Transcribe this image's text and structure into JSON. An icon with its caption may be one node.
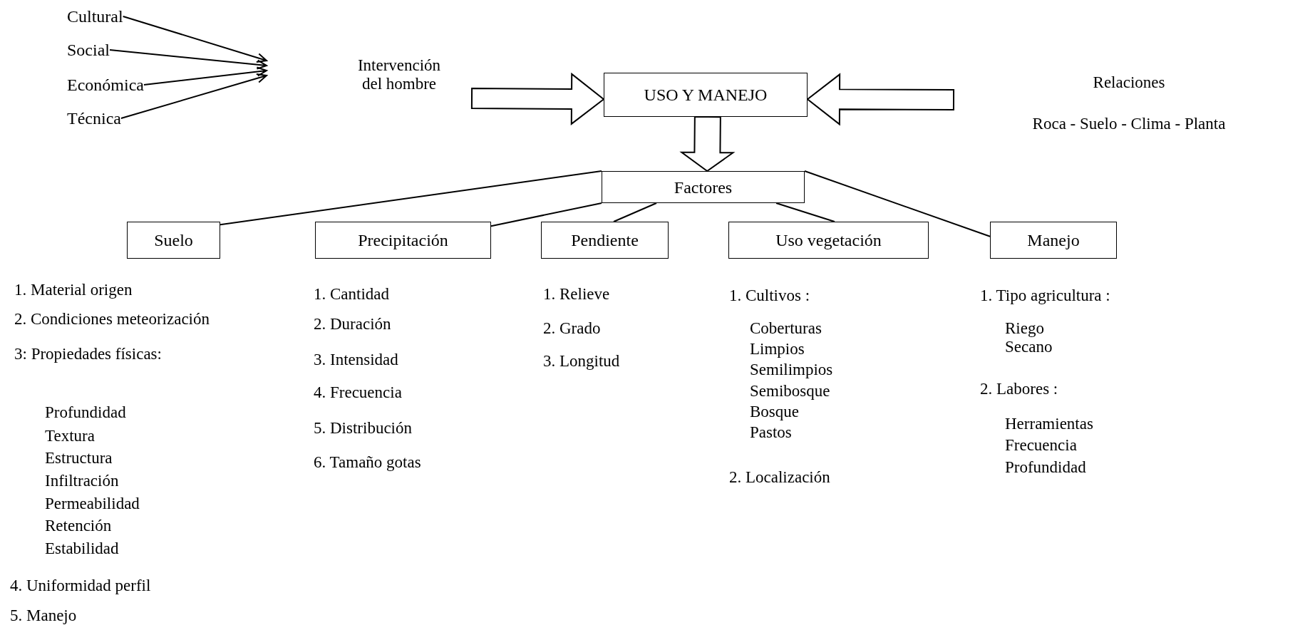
{
  "diagram": {
    "nodes": [
      {
        "text": [
          "Cultural"
        ]
      },
      {
        "text": [
          "Social"
        ]
      },
      {
        "text": [
          "Económica"
        ]
      },
      {
        "text": [
          "Técnica"
        ]
      },
      {
        "text": [
          "Intervención del hombre"
        ]
      },
      {
        "text": [
          "USO Y MANEJO"
        ]
      },
      {
        "text": [
          "Relaciones",
          "Roca - Suelo - Clima - Planta"
        ]
      },
      {
        "text": [
          "Factores"
        ]
      },
      {
        "text": [
          "Suelo"
        ]
      },
      {
        "text": [
          "Precipitación"
        ]
      },
      {
        "text": [
          "Pendiente"
        ]
      },
      {
        "text": [
          "Uso vegetación"
        ]
      },
      {
        "text": [
          "Manejo"
        ]
      }
    ],
    "edges": [
      {
        "from": 0,
        "to": null,
        "arrow": "to"
      },
      {
        "from": 1,
        "to": null,
        "arrow": "to"
      },
      {
        "from": 2,
        "to": null,
        "arrow": "to"
      },
      {
        "from": 3,
        "to": null,
        "arrow": "to"
      },
      {
        "from": 4,
        "to": 5,
        "arrow": "to",
        "style": "thick"
      },
      {
        "from": 6,
        "to": 5,
        "arrow": "to",
        "style": "thick"
      },
      {
        "from": 5,
        "to": 7,
        "arrow": "to",
        "style": "thick"
      },
      {
        "from": 7,
        "to": 8,
        "arrow": "none"
      },
      {
        "from": 7,
        "to": 9,
        "arrow": "none"
      },
      {
        "from": 7,
        "to": 10,
        "arrow": "none"
      },
      {
        "from": 7,
        "to": 11,
        "arrow": "none"
      },
      {
        "from": 7,
        "to": 12,
        "arrow": "none"
      }
    ],
    "labels": [
      "1. Material origen",
      "2. Condiciones meteorización",
      "3: Propiedades físicas:",
      "Profundidad",
      "Textura",
      "Estructura",
      "Infiltración",
      "Permeabilidad",
      "Retención",
      "Estabilidad",
      "4. Uniformidad perfil",
      "5. Manejo",
      "1. Cantidad",
      "2. Duración",
      "3. Intensidad",
      "4. Frecuencia",
      "5. Distribución",
      "6. Tamaño gotas",
      "1. Relieve",
      "2. Grado",
      "3. Longitud",
      "1. Cultivos :",
      "Coberturas",
      "Limpios",
      "Semilimpios",
      "Semibosque",
      "Bosque",
      "Pastos",
      "2. Localización",
      "1. Tipo agricultura :",
      "Riego",
      "Secano",
      "2. Labores :",
      "Herramientas",
      "Frecuencia",
      "Profundidad"
    ]
  }
}
